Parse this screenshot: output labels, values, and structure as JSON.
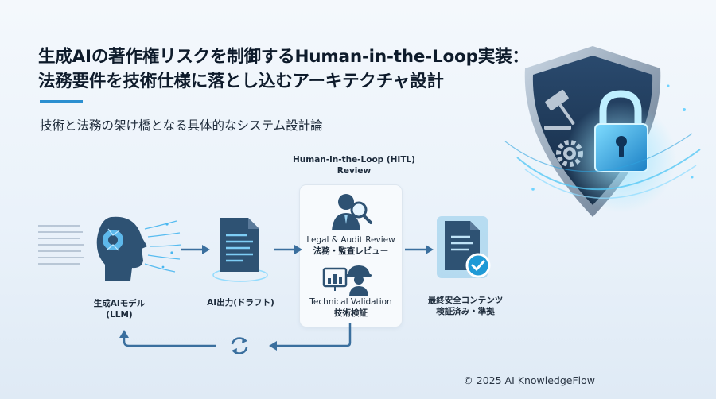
{
  "title": {
    "line1": "生成AIの著作権リスクを制御するHuman-in-the-Loop実装：",
    "line2": "法務要件を技術仕様に落とし込むアーキテクチャ設計"
  },
  "subtitle": "技術と法務の架け橋となる具体的なシステム設計論",
  "flow": {
    "hitl_header_line1": "Human-in-the-Loop (HITL)",
    "hitl_header_line2": "Review",
    "node_ai_model_line1": "生成AIモデル",
    "node_ai_model_line2": "(LLM)",
    "node_ai_output": "AI出力(ドラフト)",
    "legal_review_en": "Legal & Audit Review",
    "legal_review_ja": "法務・監査レビュー",
    "tech_validation_en": "Technical Validation",
    "tech_validation_ja": "技術検証",
    "final_line1": "最終安全コンテンツ",
    "final_line2": "検証済み・準拠"
  },
  "footer": "© 2025 AI KnowledgeFlow",
  "colors": {
    "accent": "#2b8fd0",
    "dark_navy": "#1d3550",
    "teal": "#1f9ad6",
    "arrow": "#3a6f9e"
  }
}
